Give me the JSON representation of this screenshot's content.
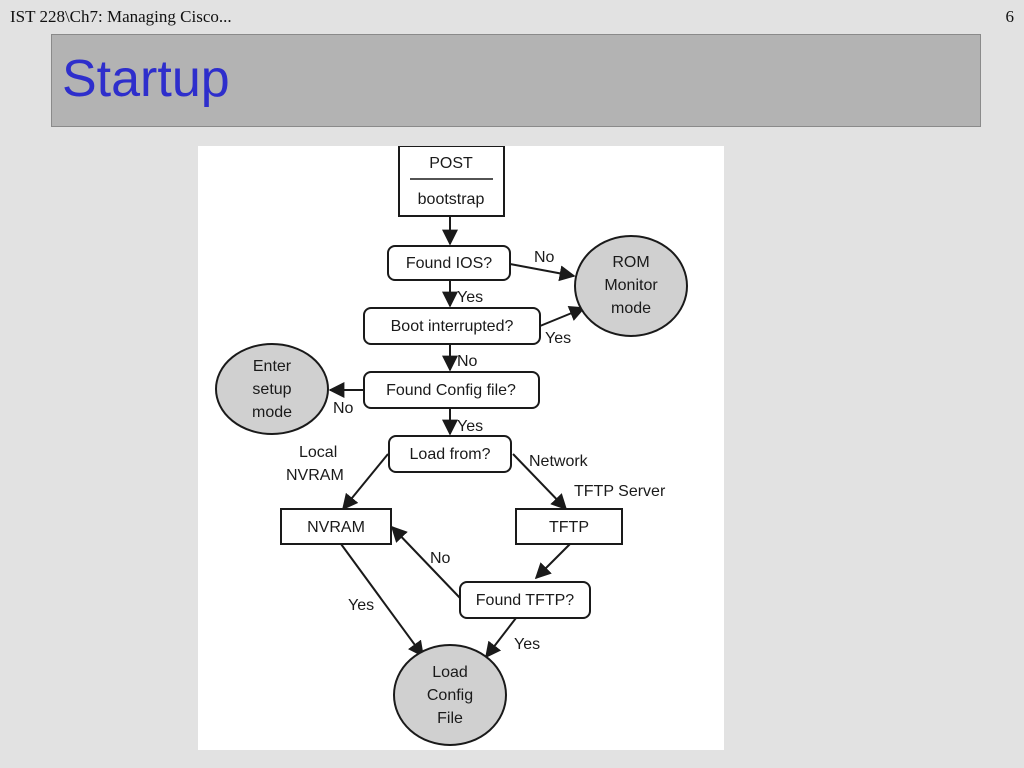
{
  "header": {
    "course": "IST 228\\Ch7: Managing Cisco...",
    "slide_number": "6"
  },
  "title": "Startup",
  "diagram": {
    "post": "POST",
    "bootstrap": "bootstrap",
    "found_ios": "Found IOS?",
    "rom_monitor": [
      "ROM",
      "Monitor",
      "mode"
    ],
    "boot_interrupted": "Boot interrupted?",
    "enter_setup": [
      "Enter",
      "setup",
      "mode"
    ],
    "found_config": "Found Config file?",
    "load_from": "Load from?",
    "nvram": "NVRAM",
    "tftp": "TFTP",
    "found_tftp": "Found TFTP?",
    "load_config": [
      "Load",
      "Config",
      "File"
    ],
    "edge_labels": {
      "ios_no": "No",
      "ios_yes": "Yes",
      "boot_yes": "Yes",
      "boot_no": "No",
      "config_no": "No",
      "config_yes": "Yes",
      "local": "Local",
      "local_nvram": "NVRAM",
      "network": "Network",
      "tftp_server": "TFTP Server",
      "tftp_no": "No",
      "nvram_yes": "Yes",
      "tftp_yes": "Yes"
    }
  }
}
